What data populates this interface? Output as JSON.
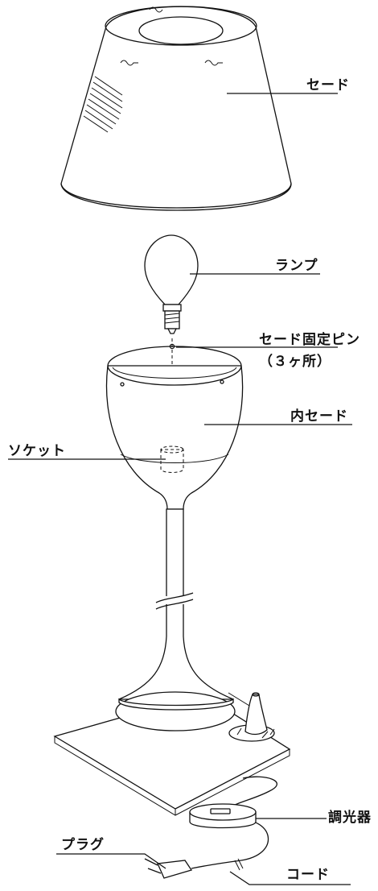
{
  "labels": {
    "shade": "セード",
    "lamp": "ランプ",
    "shade_pin": "セード固定ピン",
    "shade_pin_count": "（３ヶ所）",
    "inner_shade": "内セード",
    "socket": "ソケット",
    "dimmer": "調光器",
    "plug": "プラグ",
    "cord": "コード"
  }
}
